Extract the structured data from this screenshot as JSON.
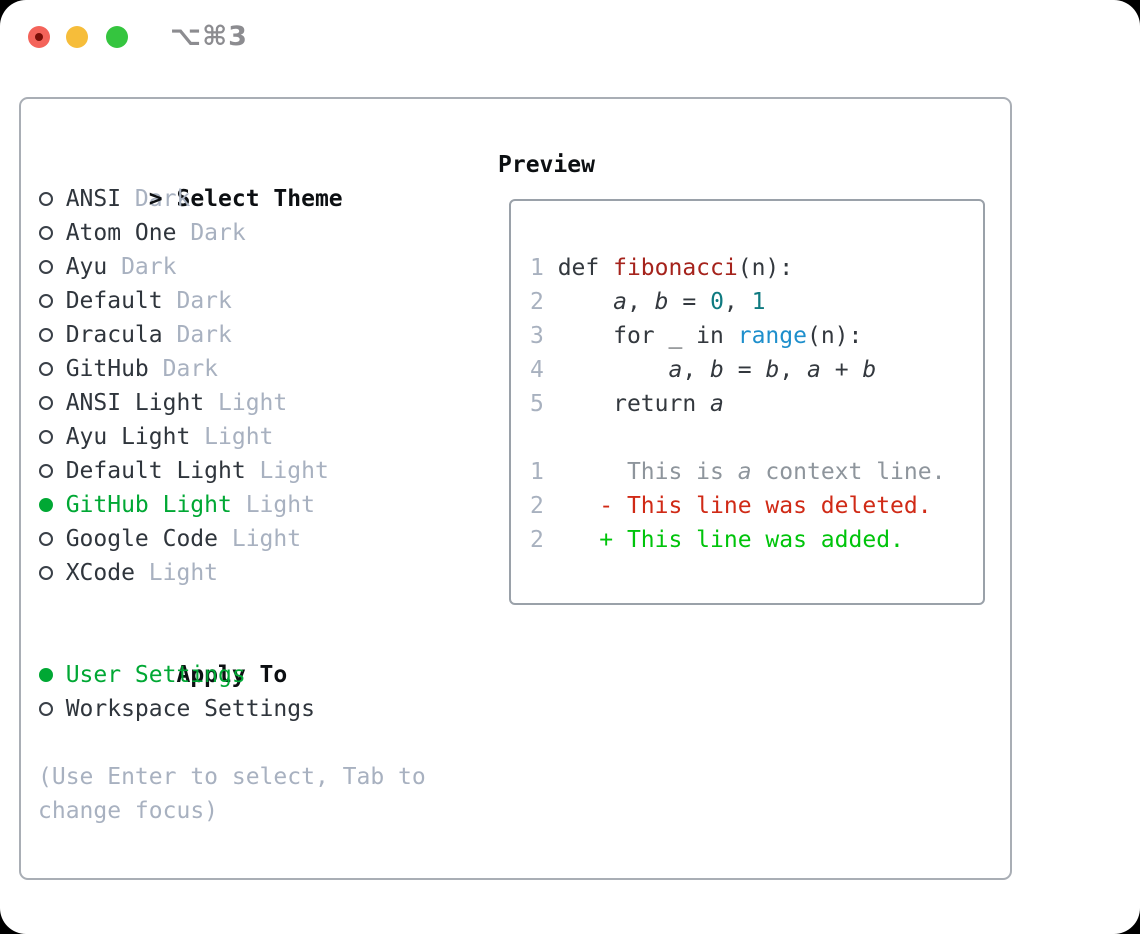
{
  "titlebar": {
    "title": "⌥⌘3"
  },
  "colors": {
    "outside_bg": "#000000",
    "window_bg": "#ffffff",
    "title_gray": "#8c8c90",
    "traffic_red": "#f4635a",
    "traffic_red_dot": "#7a0f08",
    "traffic_yellow": "#f6bd3a",
    "traffic_green": "#35c53f",
    "panel_border": "#a9aeb5",
    "preview_border": "#9aa1a9",
    "heading_dark": "#0c0f12",
    "item_dark": "#2f353c",
    "muted": "#a8b1c0",
    "ring_dark": "#3a4048",
    "selection_green": "#00a834",
    "added_green": "#00c40b",
    "deleted_red": "#d02a16",
    "func_red": "#a5231c",
    "number_teal": "#0f7a80",
    "builtin_blue": "#1e8fcc",
    "code_text": "#33383e",
    "gutter": "#a8b1bf",
    "context_gray": "#8e959c"
  },
  "left": {
    "prompt": ">",
    "heading": "Select Theme",
    "themes": [
      {
        "name": "ANSI",
        "variant": "Dark",
        "selected": false
      },
      {
        "name": "Atom One",
        "variant": "Dark",
        "selected": false
      },
      {
        "name": "Ayu",
        "variant": "Dark",
        "selected": false
      },
      {
        "name": "Default",
        "variant": "Dark",
        "selected": false
      },
      {
        "name": "Dracula",
        "variant": "Dark",
        "selected": false
      },
      {
        "name": "GitHub",
        "variant": "Dark",
        "selected": false
      },
      {
        "name": "ANSI Light",
        "variant": "Light",
        "selected": false
      },
      {
        "name": "Ayu Light",
        "variant": "Light",
        "selected": false
      },
      {
        "name": "Default Light",
        "variant": "Light",
        "selected": false
      },
      {
        "name": "GitHub Light",
        "variant": "Light",
        "selected": true
      },
      {
        "name": "Google Code",
        "variant": "Light",
        "selected": false
      },
      {
        "name": "XCode",
        "variant": "Light",
        "selected": false
      }
    ],
    "apply_to": {
      "label": "Apply To",
      "options": [
        {
          "label": "User Settings",
          "selected": true
        },
        {
          "label": "Workspace Settings",
          "selected": false
        }
      ]
    },
    "hint": "(Use Enter to select, Tab to change focus)"
  },
  "preview": {
    "heading": "Preview",
    "lines": [
      [
        {
          "t": "1 ",
          "c": "gutter"
        },
        {
          "t": "def ",
          "c": "code_text"
        },
        {
          "t": "fibonacci",
          "c": "func_red"
        },
        {
          "t": "(n):",
          "c": "code_text"
        }
      ],
      [
        {
          "t": "2 ",
          "c": "gutter"
        },
        {
          "t": "    ",
          "c": "code_text"
        },
        {
          "t": "a",
          "c": "code_text",
          "i": true
        },
        {
          "t": ", ",
          "c": "code_text"
        },
        {
          "t": "b",
          "c": "code_text",
          "i": true
        },
        {
          "t": " = ",
          "c": "code_text"
        },
        {
          "t": "0",
          "c": "number_teal"
        },
        {
          "t": ", ",
          "c": "code_text"
        },
        {
          "t": "1",
          "c": "number_teal"
        }
      ],
      [
        {
          "t": "3 ",
          "c": "gutter"
        },
        {
          "t": "    for _ in ",
          "c": "code_text"
        },
        {
          "t": "range",
          "c": "builtin_blue"
        },
        {
          "t": "(n):",
          "c": "code_text"
        }
      ],
      [
        {
          "t": "4 ",
          "c": "gutter"
        },
        {
          "t": "        ",
          "c": "code_text"
        },
        {
          "t": "a",
          "c": "code_text",
          "i": true
        },
        {
          "t": ", ",
          "c": "code_text"
        },
        {
          "t": "b",
          "c": "code_text",
          "i": true
        },
        {
          "t": " = ",
          "c": "code_text"
        },
        {
          "t": "b",
          "c": "code_text",
          "i": true
        },
        {
          "t": ", ",
          "c": "code_text"
        },
        {
          "t": "a",
          "c": "code_text",
          "i": true
        },
        {
          "t": " + ",
          "c": "code_text"
        },
        {
          "t": "b",
          "c": "code_text",
          "i": true
        }
      ],
      [
        {
          "t": "5 ",
          "c": "gutter"
        },
        {
          "t": "    return ",
          "c": "code_text"
        },
        {
          "t": "a",
          "c": "code_text",
          "i": true
        }
      ],
      [
        {
          "t": "",
          "c": "code_text"
        }
      ],
      [
        {
          "t": "1 ",
          "c": "gutter"
        },
        {
          "t": "     This is ",
          "c": "context_gray"
        },
        {
          "t": "a",
          "c": "context_gray",
          "i": true
        },
        {
          "t": " context line.",
          "c": "context_gray"
        }
      ],
      [
        {
          "t": "2 ",
          "c": "gutter"
        },
        {
          "t": "   ",
          "c": "code_text"
        },
        {
          "t": "- This line was deleted.",
          "c": "deleted_red"
        }
      ],
      [
        {
          "t": "2 ",
          "c": "gutter"
        },
        {
          "t": "   ",
          "c": "code_text"
        },
        {
          "t": "+ This line was added.",
          "c": "added_green"
        }
      ]
    ]
  }
}
